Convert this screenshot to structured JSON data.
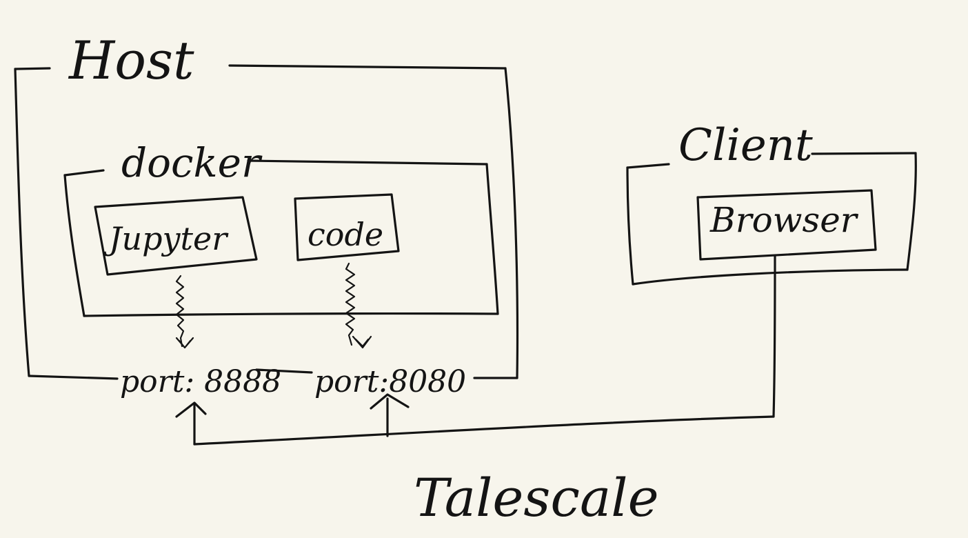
{
  "labels": {
    "host": "Host",
    "docker": "docker",
    "jupyter": "Jupyter",
    "code": "code",
    "client": "Client",
    "browser": "Browser",
    "port_jupyter": "port: 8888",
    "port_code": "port:8080",
    "tunnel": "Talescale"
  },
  "colors": {
    "background": "#f7f5ec",
    "ink": "#141414"
  }
}
